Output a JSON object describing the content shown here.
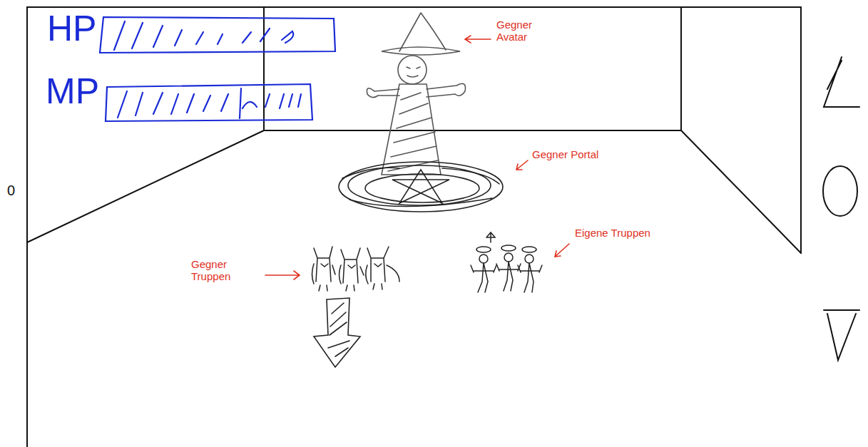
{
  "diagram": {
    "labels": [
      "HP",
      "MP",
      "Gegner Avatar",
      "Gegner Portal",
      "Gegner Truppen",
      "Eigene Truppen",
      "0"
    ]
  }
}
